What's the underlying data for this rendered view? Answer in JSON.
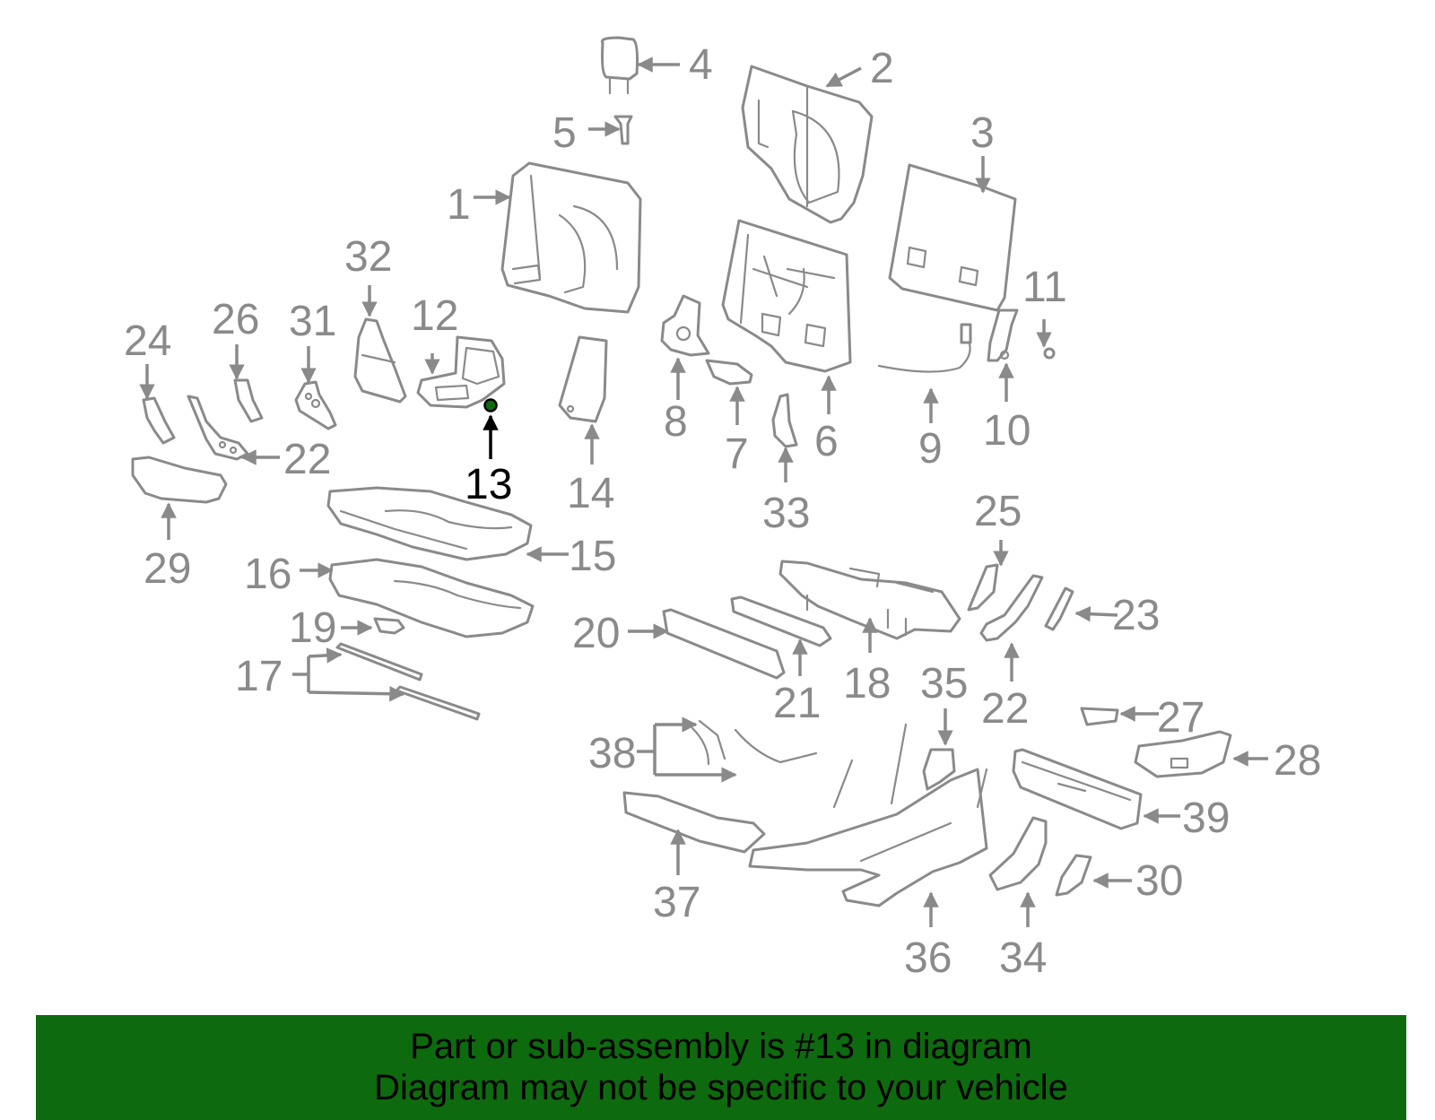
{
  "diagram": {
    "highlight_part": "13",
    "colors": {
      "line": "#8a8a8a",
      "highlight": "#000000",
      "marker": "#0e6a0e",
      "banner": "#0e6a0e"
    },
    "callouts": {
      "c1": "1",
      "c2": "2",
      "c3": "3",
      "c4": "4",
      "c5": "5",
      "c6": "6",
      "c7": "7",
      "c8": "8",
      "c9": "9",
      "c10": "10",
      "c11": "11",
      "c12": "12",
      "c13": "13",
      "c14": "14",
      "c15": "15",
      "c16": "16",
      "c17": "17",
      "c18": "18",
      "c19": "19",
      "c20": "20",
      "c21": "21",
      "c22a": "22",
      "c22b": "22",
      "c23": "23",
      "c24": "24",
      "c25": "25",
      "c26": "26",
      "c27": "27",
      "c28": "28",
      "c29": "29",
      "c30": "30",
      "c31": "31",
      "c32": "32",
      "c33": "33",
      "c34": "34",
      "c35": "35",
      "c36": "36",
      "c37": "37",
      "c38": "38",
      "c39": "39"
    }
  },
  "banner": {
    "line1": "Part or sub-assembly is #13 in diagram",
    "line2": "Diagram may not be specific to your vehicle"
  }
}
